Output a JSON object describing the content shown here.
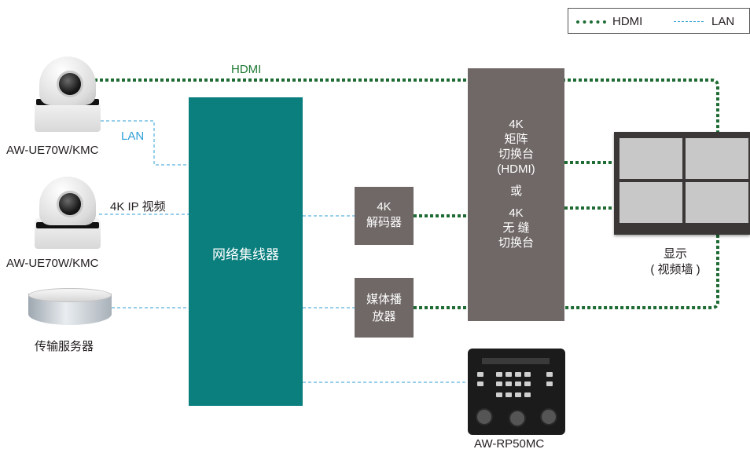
{
  "legend": {
    "hdmi_label": "HDMI",
    "lan_label": "LAN"
  },
  "colors": {
    "hdmi": "#1e6b33",
    "lan": "#2f9fd7",
    "hub": "#0a7f7e",
    "device_box": "#6f6866"
  },
  "connection_labels": {
    "hdmi": "HDMI",
    "lan": "LAN",
    "ip_video": "4K IP 视频"
  },
  "cameras": [
    {
      "model": "AW-UE70W/KMC"
    },
    {
      "model": "AW-UE70W/KMC"
    }
  ],
  "server": {
    "label": "传输服务器"
  },
  "hub": {
    "label": "网络集线器"
  },
  "decoder": {
    "line1": "4K",
    "line2": "解码器"
  },
  "media_player": {
    "line1": "媒体播",
    "line2": "放器"
  },
  "switcher": {
    "line1": "4K",
    "line2": "矩阵",
    "line3": "切换台",
    "line4": "(HDMI)",
    "line5": "或",
    "line6": "4K",
    "line7": "无 缝",
    "line8": "切换台"
  },
  "display": {
    "line1": "显示",
    "line2": "( 视频墙 )"
  },
  "controller": {
    "model": "AW-RP50MC"
  }
}
